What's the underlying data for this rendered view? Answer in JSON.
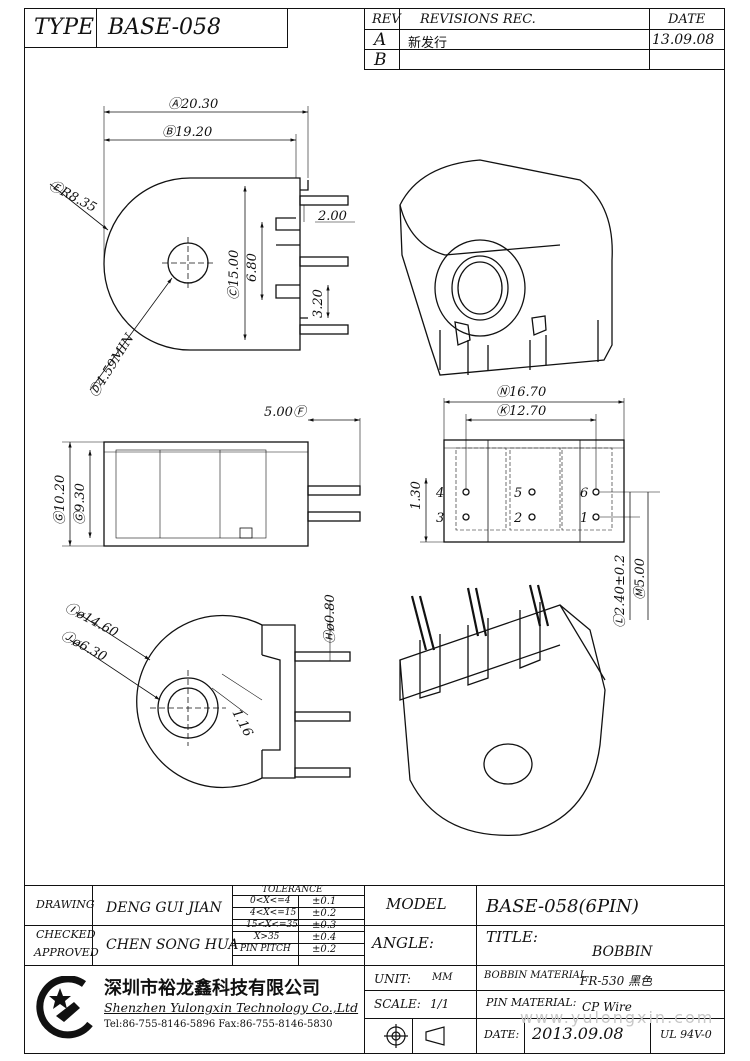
{
  "header": {
    "type_label": "TYPE",
    "type_value": "BASE-058",
    "rev_label": "REV",
    "revisions_label": "REVISIONS REC.",
    "date_label": "DATE",
    "rev_a": "A",
    "rev_a_text": "新发行",
    "rev_a_date": "13.09.08",
    "rev_b": "B"
  },
  "dims": {
    "a": "Ⓐ20.30",
    "b": "Ⓑ19.20",
    "r": "ⒺR8.35",
    "d2": "2.00",
    "c": "Ⓒ15.00",
    "d68": "6.80",
    "d32": "3.20",
    "d459": "Ⓓ4.59MIN",
    "f": "5.00Ⓕ",
    "g": "Ⓖ10.20",
    "g2": "Ⓖ9.30",
    "n": "Ⓝ16.70",
    "k": "Ⓚ12.70",
    "d130": "1.30",
    "l": "Ⓛ2.40±0.2",
    "m": "Ⓜ5.00",
    "h": "Ⓗø0.80",
    "i": "Ⓘø14.60",
    "j": "Ⓙø6.30",
    "d116": "1.16",
    "pins": [
      "4",
      "5",
      "6",
      "3",
      "2",
      "1"
    ]
  },
  "titleblock": {
    "drawing_label": "DRAWING",
    "drawing_name": "DENG GUI JIAN",
    "checked_label": "CHECKED",
    "approved_label": "APPROVED",
    "approved_name": "CHEN SONG HUA",
    "tolerance_label": "TOLERANCE",
    "tol_rows": [
      [
        "0<X<=4",
        "±0.1"
      ],
      [
        "4<X<=15",
        "±0.2"
      ],
      [
        "15<X<=35",
        "±0.3"
      ],
      [
        "X>35",
        "±0.4"
      ],
      [
        "PIN PITCH",
        "±0.2"
      ]
    ],
    "model_label": "MODEL",
    "model_value": "BASE-058(6PIN)",
    "angle_label": "ANGLE:",
    "title_label": "TITLE:",
    "title_value": "BOBBIN",
    "unit_label": "UNIT:",
    "unit_value": "MM",
    "bobbin_material_label": "BOBBIN MATERIAL",
    "bobbin_material_value": "FR-530 黑色",
    "scale_label": "SCALE:",
    "scale_value": "1/1",
    "pin_material_label": "PIN MATERIAL:",
    "pin_material_value": "CP Wire",
    "date_label": "DATE:",
    "date_value": "2013.09.08",
    "ul_value": "UL 94V-0",
    "company_cn": "深圳市裕龙鑫科技有限公司",
    "company_en": "Shenzhen Yulongxin Technology Co.,Ltd",
    "contact": "Tel:86-755-8146-5896  Fax:86-755-8146-5830"
  },
  "watermark": "www.yulongxin.com"
}
